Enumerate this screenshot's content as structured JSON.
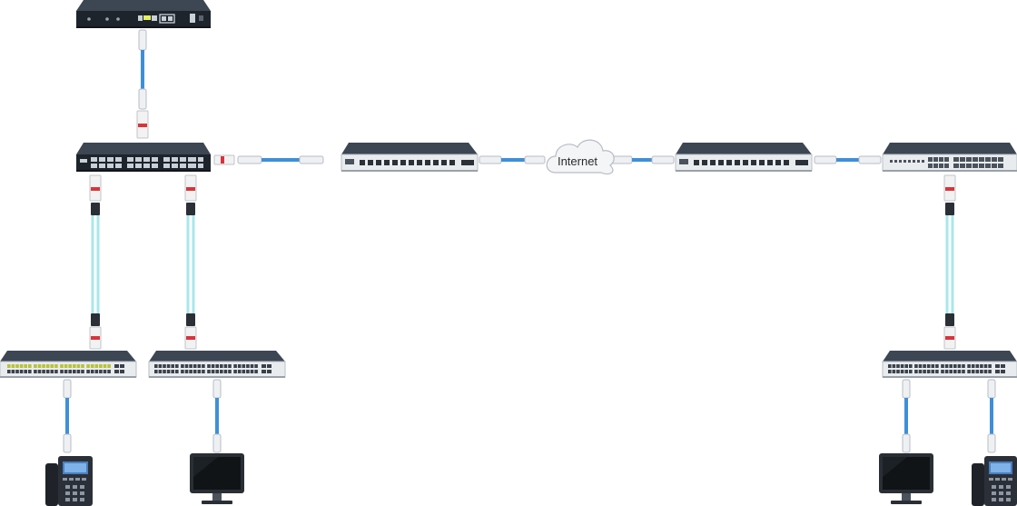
{
  "diagram": {
    "cloud_label": "Internet",
    "colors": {
      "cable_copper": "#3f8fd8",
      "cable_fiber": "#a9e7ec",
      "device_dark": "#2d3540",
      "device_mid": "#3d4653",
      "device_front": "#1e242c",
      "port_fill": "#c9d0d8",
      "connector_red": "#d9343b",
      "cloud_fill": "#f4f5f7",
      "cloud_stroke": "#b7bcc4"
    },
    "devices": [
      {
        "name": "top-server",
        "type": "server",
        "icon": "server-icon"
      },
      {
        "name": "core-switch",
        "type": "fiber-switch",
        "icon": "switch-icon"
      },
      {
        "name": "router-left",
        "type": "router",
        "icon": "router-icon"
      },
      {
        "name": "router-right",
        "type": "router",
        "icon": "router-icon"
      },
      {
        "name": "core-switch-right",
        "type": "fiber-switch",
        "icon": "switch-icon"
      },
      {
        "name": "access-switch-1",
        "type": "access-switch",
        "icon": "switch-icon"
      },
      {
        "name": "access-switch-2",
        "type": "access-switch",
        "icon": "switch-icon"
      },
      {
        "name": "access-switch-3",
        "type": "access-switch",
        "icon": "switch-icon"
      },
      {
        "name": "ip-phone-left",
        "type": "ip-phone",
        "icon": "phone-icon"
      },
      {
        "name": "desktop-left",
        "type": "monitor",
        "icon": "monitor-icon"
      },
      {
        "name": "desktop-right",
        "type": "monitor",
        "icon": "monitor-icon"
      },
      {
        "name": "ip-phone-right",
        "type": "ip-phone",
        "icon": "phone-icon"
      }
    ],
    "links": [
      {
        "from": "top-server",
        "to": "core-switch",
        "medium": "copper"
      },
      {
        "from": "core-switch",
        "to": "router-left",
        "medium": "copper"
      },
      {
        "from": "router-left",
        "to": "internet-cloud",
        "medium": "copper"
      },
      {
        "from": "internet-cloud",
        "to": "router-right",
        "medium": "copper"
      },
      {
        "from": "router-right",
        "to": "core-switch-right",
        "medium": "copper"
      },
      {
        "from": "core-switch",
        "to": "access-switch-1",
        "medium": "fiber"
      },
      {
        "from": "core-switch",
        "to": "access-switch-2",
        "medium": "fiber"
      },
      {
        "from": "core-switch-right",
        "to": "access-switch-3",
        "medium": "fiber"
      },
      {
        "from": "access-switch-1",
        "to": "ip-phone-left",
        "medium": "copper"
      },
      {
        "from": "access-switch-2",
        "to": "desktop-left",
        "medium": "copper"
      },
      {
        "from": "access-switch-3",
        "to": "desktop-right",
        "medium": "copper"
      },
      {
        "from": "access-switch-3",
        "to": "ip-phone-right",
        "medium": "copper"
      }
    ]
  }
}
